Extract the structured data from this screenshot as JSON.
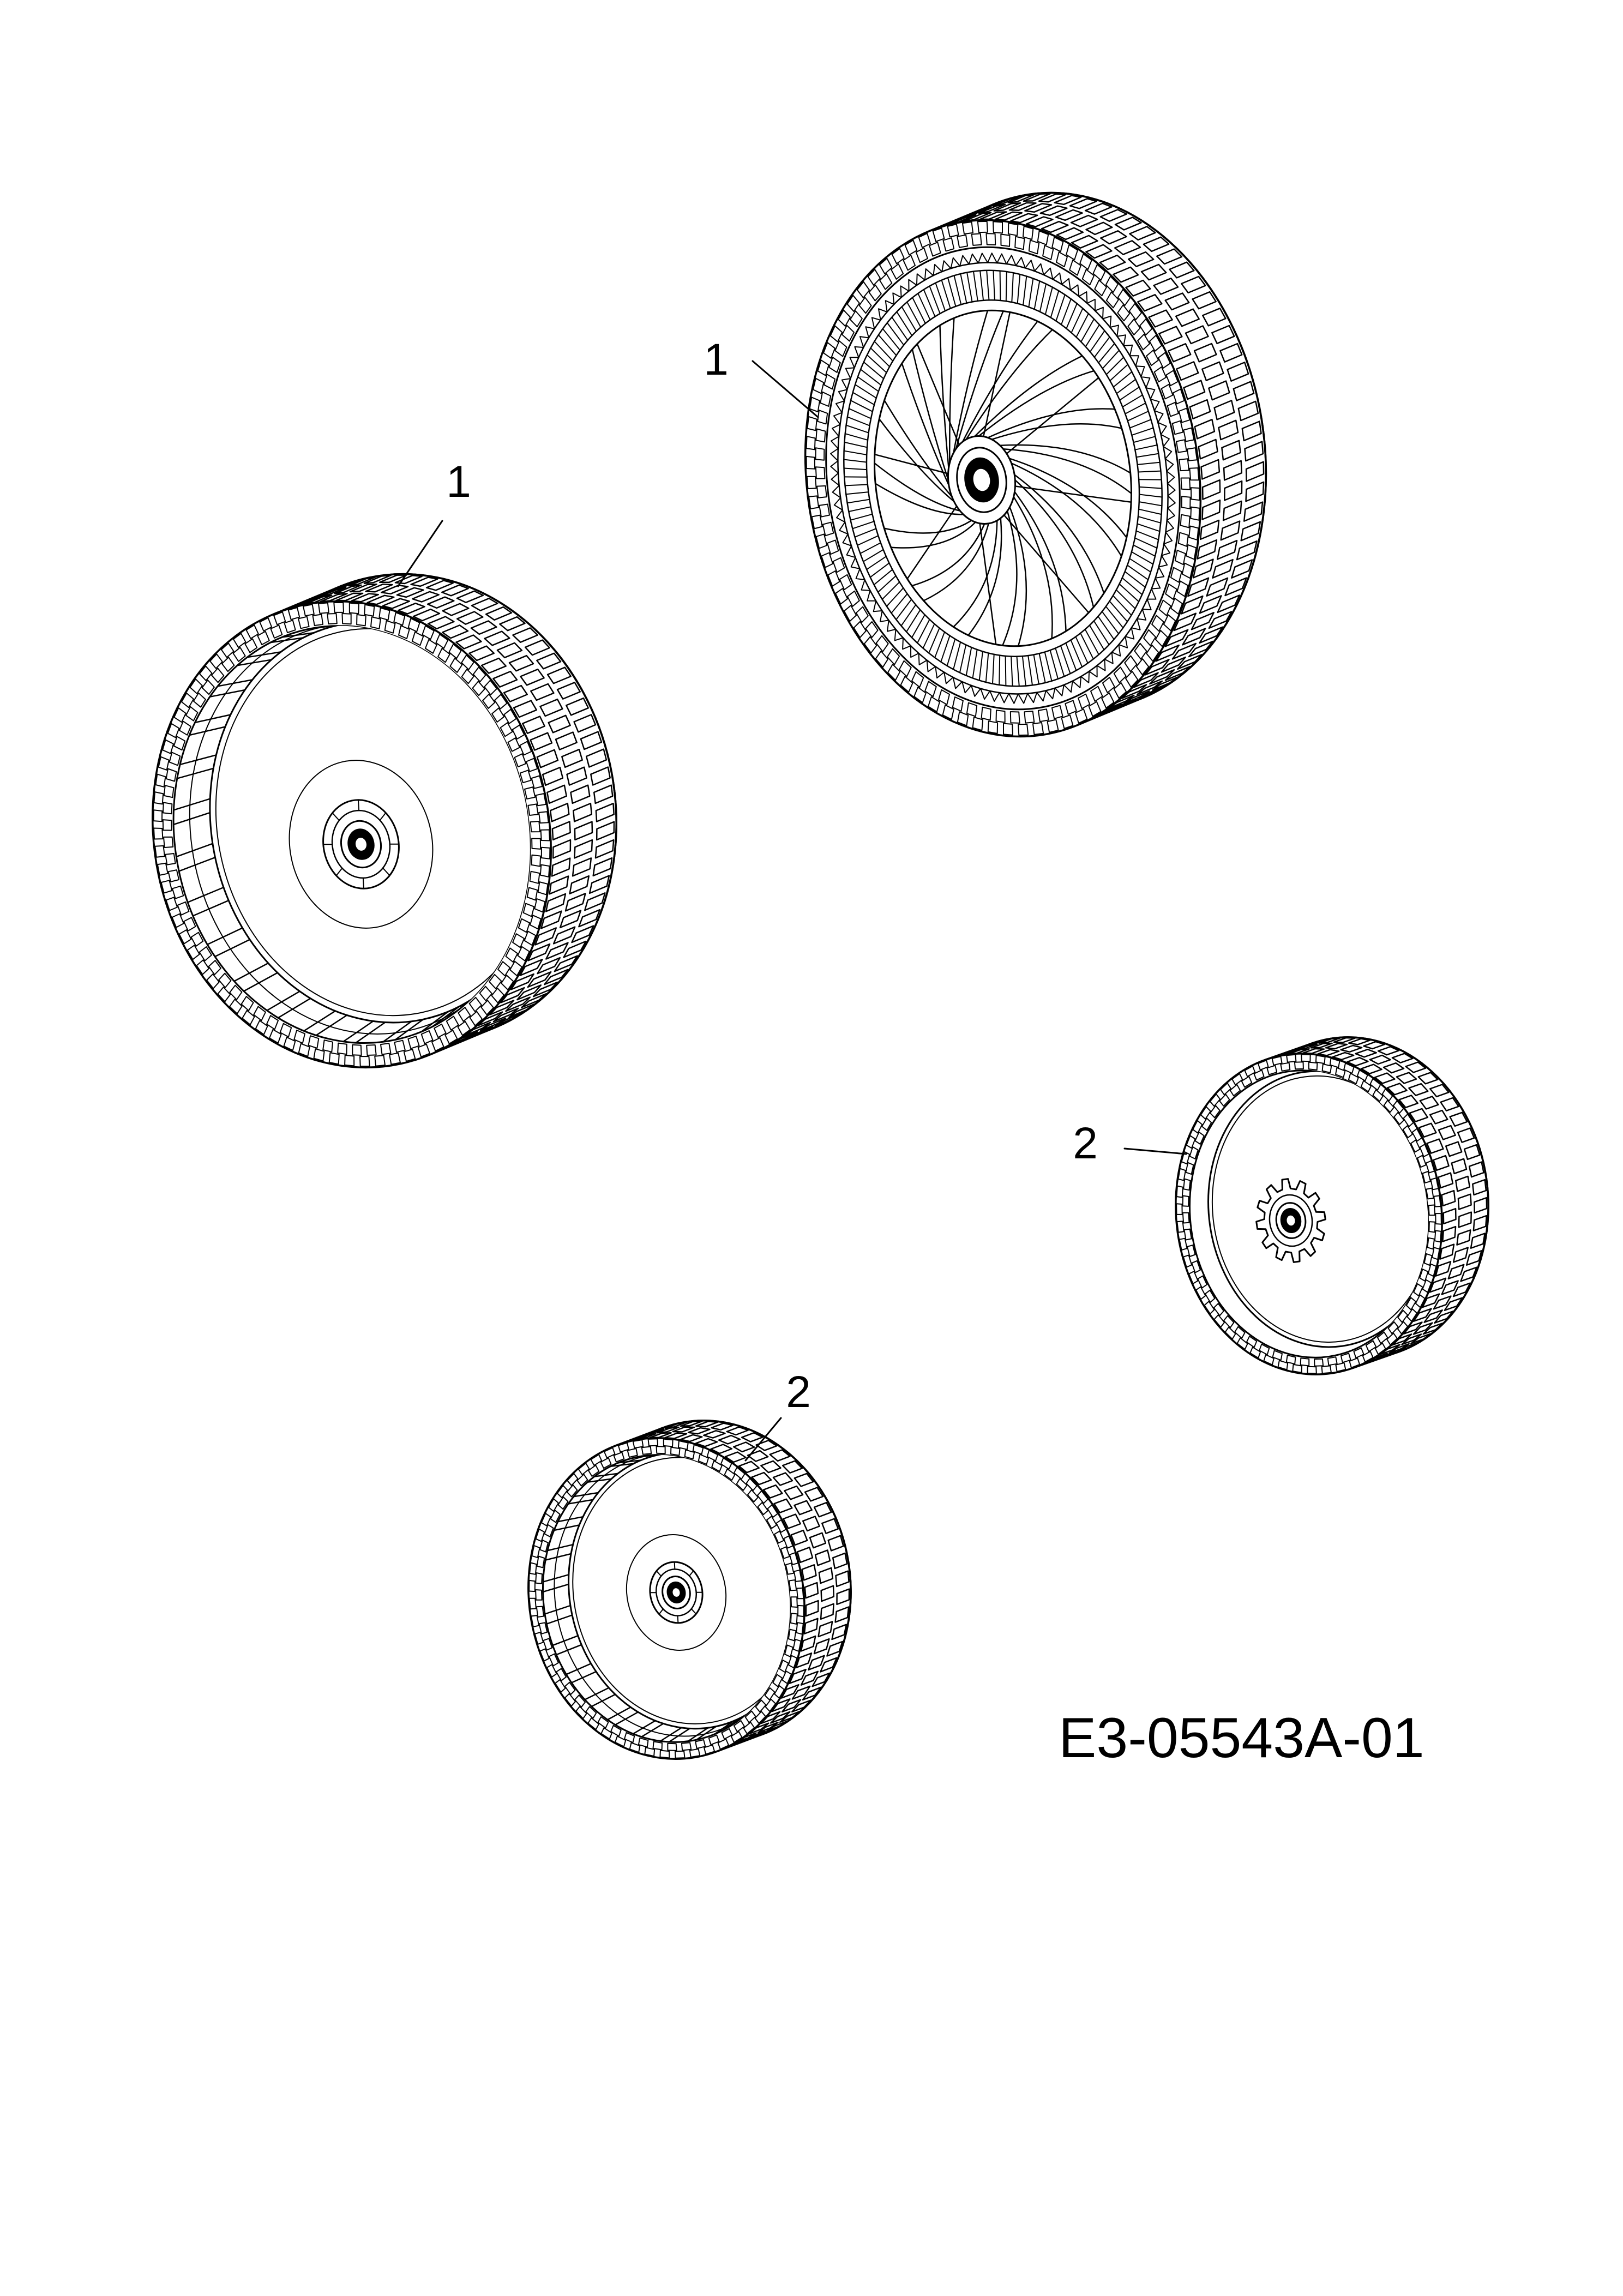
{
  "callouts": [
    {
      "label": "1"
    },
    {
      "label": "1"
    },
    {
      "label": "2"
    },
    {
      "label": "2"
    }
  ],
  "drawing_number": "E3-05543A-01",
  "colors": {
    "line": "#000000",
    "background": "#ffffff"
  }
}
